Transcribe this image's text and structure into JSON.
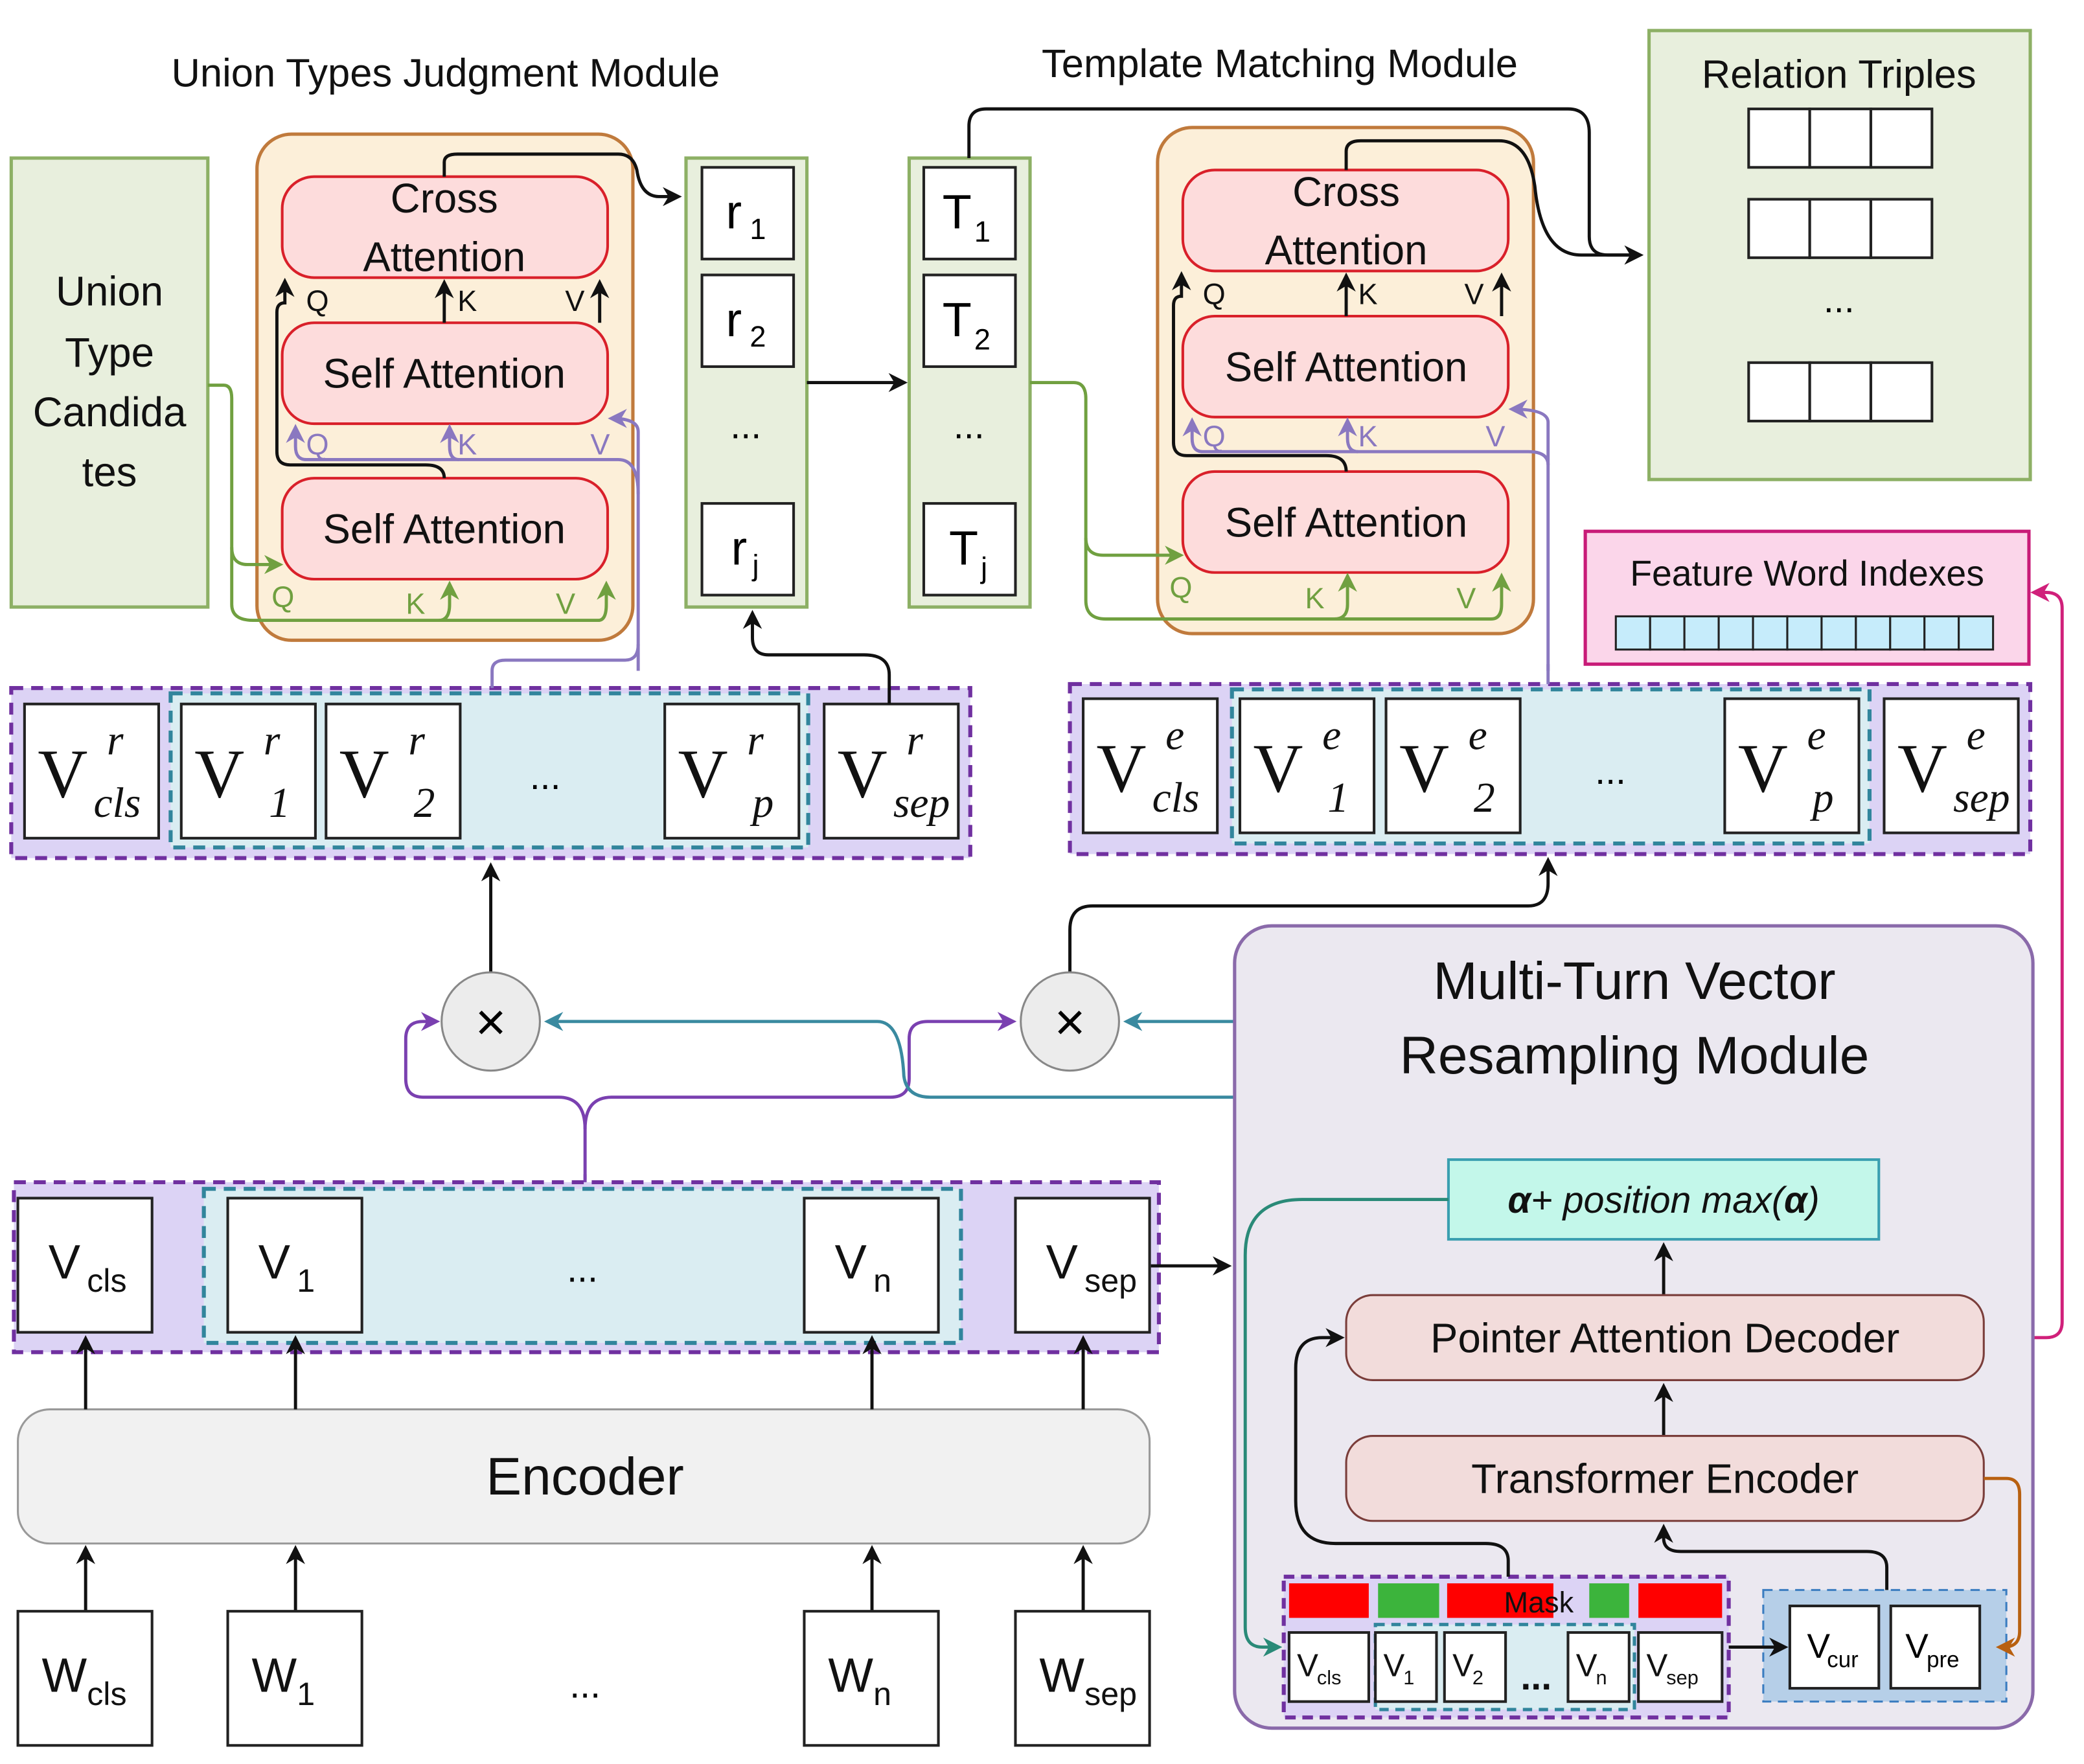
{
  "colors": {
    "green_box_fill": "#e8efdd",
    "green_box_stroke": "#8db065",
    "orange_module_fill": "#fcefd9",
    "orange_module_stroke": "#c07a3c",
    "attention_fill": "#fddcdc",
    "attention_stroke": "#d9202a",
    "purple_dashed": "#7030a0",
    "purple_fill": "#dcd3f5",
    "teal_dashed": "#31859c",
    "teal_fill": "#daedf2",
    "pink_box_fill": "#fbd6ea",
    "pink_box_stroke": "#c81b78",
    "feature_cell_fill": "#c6ecfb",
    "multi_turn_fill": "#ebe8f0",
    "multi_turn_stroke": "#8a6aaa",
    "decoder_fill": "#f2dcdb",
    "decoder_stroke": "#7a3d3a",
    "alpha_box_fill": "#c3f7ea",
    "alpha_box_stroke": "#3a9fb0",
    "encoder_fill": "#f1f1f1",
    "mask_red": "#ff0000",
    "mask_green": "#3cb43c",
    "vcur_group_fill": "#b6cfe8",
    "vcur_group_stroke": "#3a7cc0",
    "wire_green": "#70a040",
    "wire_purple": "#8a78c0",
    "wire_violet": "#7a40b0",
    "wire_teal": "#3a8aa0",
    "wire_teal_dark": "#2a8a78",
    "wire_magenta": "#d0207a",
    "wire_brown": "#b86010"
  },
  "union_module": {
    "title": "Union Types Judgment Module",
    "candidates_lines": [
      "Union",
      "Type",
      "Candida",
      "tes"
    ],
    "cross_attention_lines": [
      "Cross",
      "Attention"
    ],
    "self_attention_top": "Self Attention",
    "self_attention_bottom": "Self Attention",
    "qkv_black": [
      "Q",
      "K",
      "V"
    ],
    "qkv_purple": [
      "Q",
      "K",
      "V"
    ],
    "qkv_green": [
      "Q",
      "K",
      "V"
    ]
  },
  "relation_list": {
    "items": [
      {
        "base": "r",
        "sub": "1"
      },
      {
        "base": "r",
        "sub": "2"
      },
      {
        "base": "...",
        "sub": ""
      },
      {
        "base": "r",
        "sub": "j"
      }
    ]
  },
  "template_list": {
    "items": [
      {
        "base": "T",
        "sub": "1"
      },
      {
        "base": "T",
        "sub": "2"
      },
      {
        "base": "...",
        "sub": ""
      },
      {
        "base": "T",
        "sub": "j"
      }
    ]
  },
  "template_module": {
    "title": "Template Matching Module",
    "cross_attention_lines": [
      "Cross",
      "Attention"
    ],
    "self_attention_top": "Self Attention",
    "self_attention_bottom": "Self Attention",
    "qkv_black": [
      "Q",
      "K",
      "V"
    ],
    "qkv_purple": [
      "Q",
      "K",
      "V"
    ],
    "qkv_green": [
      "Q",
      "K",
      "V"
    ]
  },
  "relation_triples": {
    "title": "Relation Triples",
    "rows": 3,
    "ellipsis": "..."
  },
  "feature_word_indexes": {
    "title": "Feature Word Indexes",
    "cells": 11
  },
  "vr_row": {
    "ellipsis": "...",
    "items": [
      {
        "base": "V",
        "sup": "r",
        "sub": "cls"
      },
      {
        "base": "V",
        "sup": "r",
        "sub": "1"
      },
      {
        "base": "V",
        "sup": "r",
        "sub": "2"
      },
      {
        "base": "V",
        "sup": "r",
        "sub": "p"
      },
      {
        "base": "V",
        "sup": "r",
        "sub": "sep"
      }
    ]
  },
  "ve_row": {
    "ellipsis": "...",
    "items": [
      {
        "base": "V",
        "sup": "e",
        "sub": "cls"
      },
      {
        "base": "V",
        "sup": "e",
        "sub": "1"
      },
      {
        "base": "V",
        "sup": "e",
        "sub": "2"
      },
      {
        "base": "V",
        "sup": "e",
        "sub": "p"
      },
      {
        "base": "V",
        "sup": "e",
        "sub": "sep"
      }
    ]
  },
  "multiply_nodes": [
    "×",
    "×"
  ],
  "multi_turn": {
    "title_lines": [
      "Multi-Turn Vector",
      "Resampling Module"
    ],
    "alpha_box": {
      "alpha": "α",
      "text": "+ position max(",
      "alpha2": "α",
      "close": ")"
    },
    "pointer_decoder": "Pointer Attention Decoder",
    "transformer_encoder": "Transformer Encoder",
    "mask_label": "Mask",
    "mask_cells": [
      "red",
      "green",
      "red",
      "green",
      "red"
    ],
    "vectors": [
      {
        "base": "V",
        "sub": "cls"
      },
      {
        "base": "V",
        "sub": "1"
      },
      {
        "base": "V",
        "sub": "2"
      },
      {
        "base": "...",
        "sub": ""
      },
      {
        "base": "V",
        "sub": "n"
      },
      {
        "base": "V",
        "sub": "sep"
      }
    ],
    "vcur": {
      "base": "V",
      "sub": "cur"
    },
    "vpre": {
      "base": "V",
      "sub": "pre"
    }
  },
  "vector_row": {
    "ellipsis": "...",
    "items": [
      {
        "base": "V",
        "sub": "cls"
      },
      {
        "base": "V",
        "sub": "1"
      },
      {
        "base": "V",
        "sub": "n"
      },
      {
        "base": "V",
        "sub": "sep"
      }
    ]
  },
  "encoder": {
    "label": "Encoder"
  },
  "word_row": {
    "ellipsis": "...",
    "items": [
      {
        "base": "W",
        "sub": "cls"
      },
      {
        "base": "W",
        "sub": "1"
      },
      {
        "base": "W",
        "sub": "n"
      },
      {
        "base": "W",
        "sub": "sep"
      }
    ]
  }
}
